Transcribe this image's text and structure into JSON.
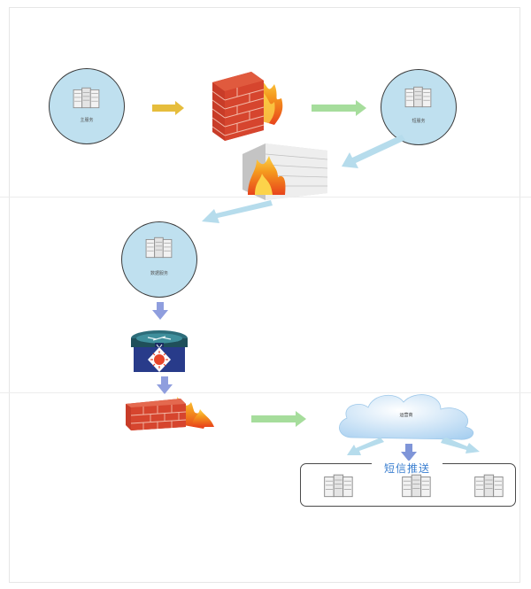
{
  "diagram": {
    "nodes": {
      "source_server": {
        "label": "主服务"
      },
      "relay_server": {
        "label": "短服务"
      },
      "data_server": {
        "label": "数据服务"
      },
      "sms_cloud": {
        "label": "运营商"
      }
    },
    "sms_push": {
      "title": "短信推送"
    },
    "colors": {
      "circle_fill": "#bfe0ef",
      "arrow_yellow": "#e6bd3c",
      "arrow_green": "#a6dd9c",
      "arrow_lightblue": "#b6dcec",
      "arrow_purple": "#8f9ede",
      "brick": "#d6452e",
      "flame": "#f08a1c"
    }
  }
}
